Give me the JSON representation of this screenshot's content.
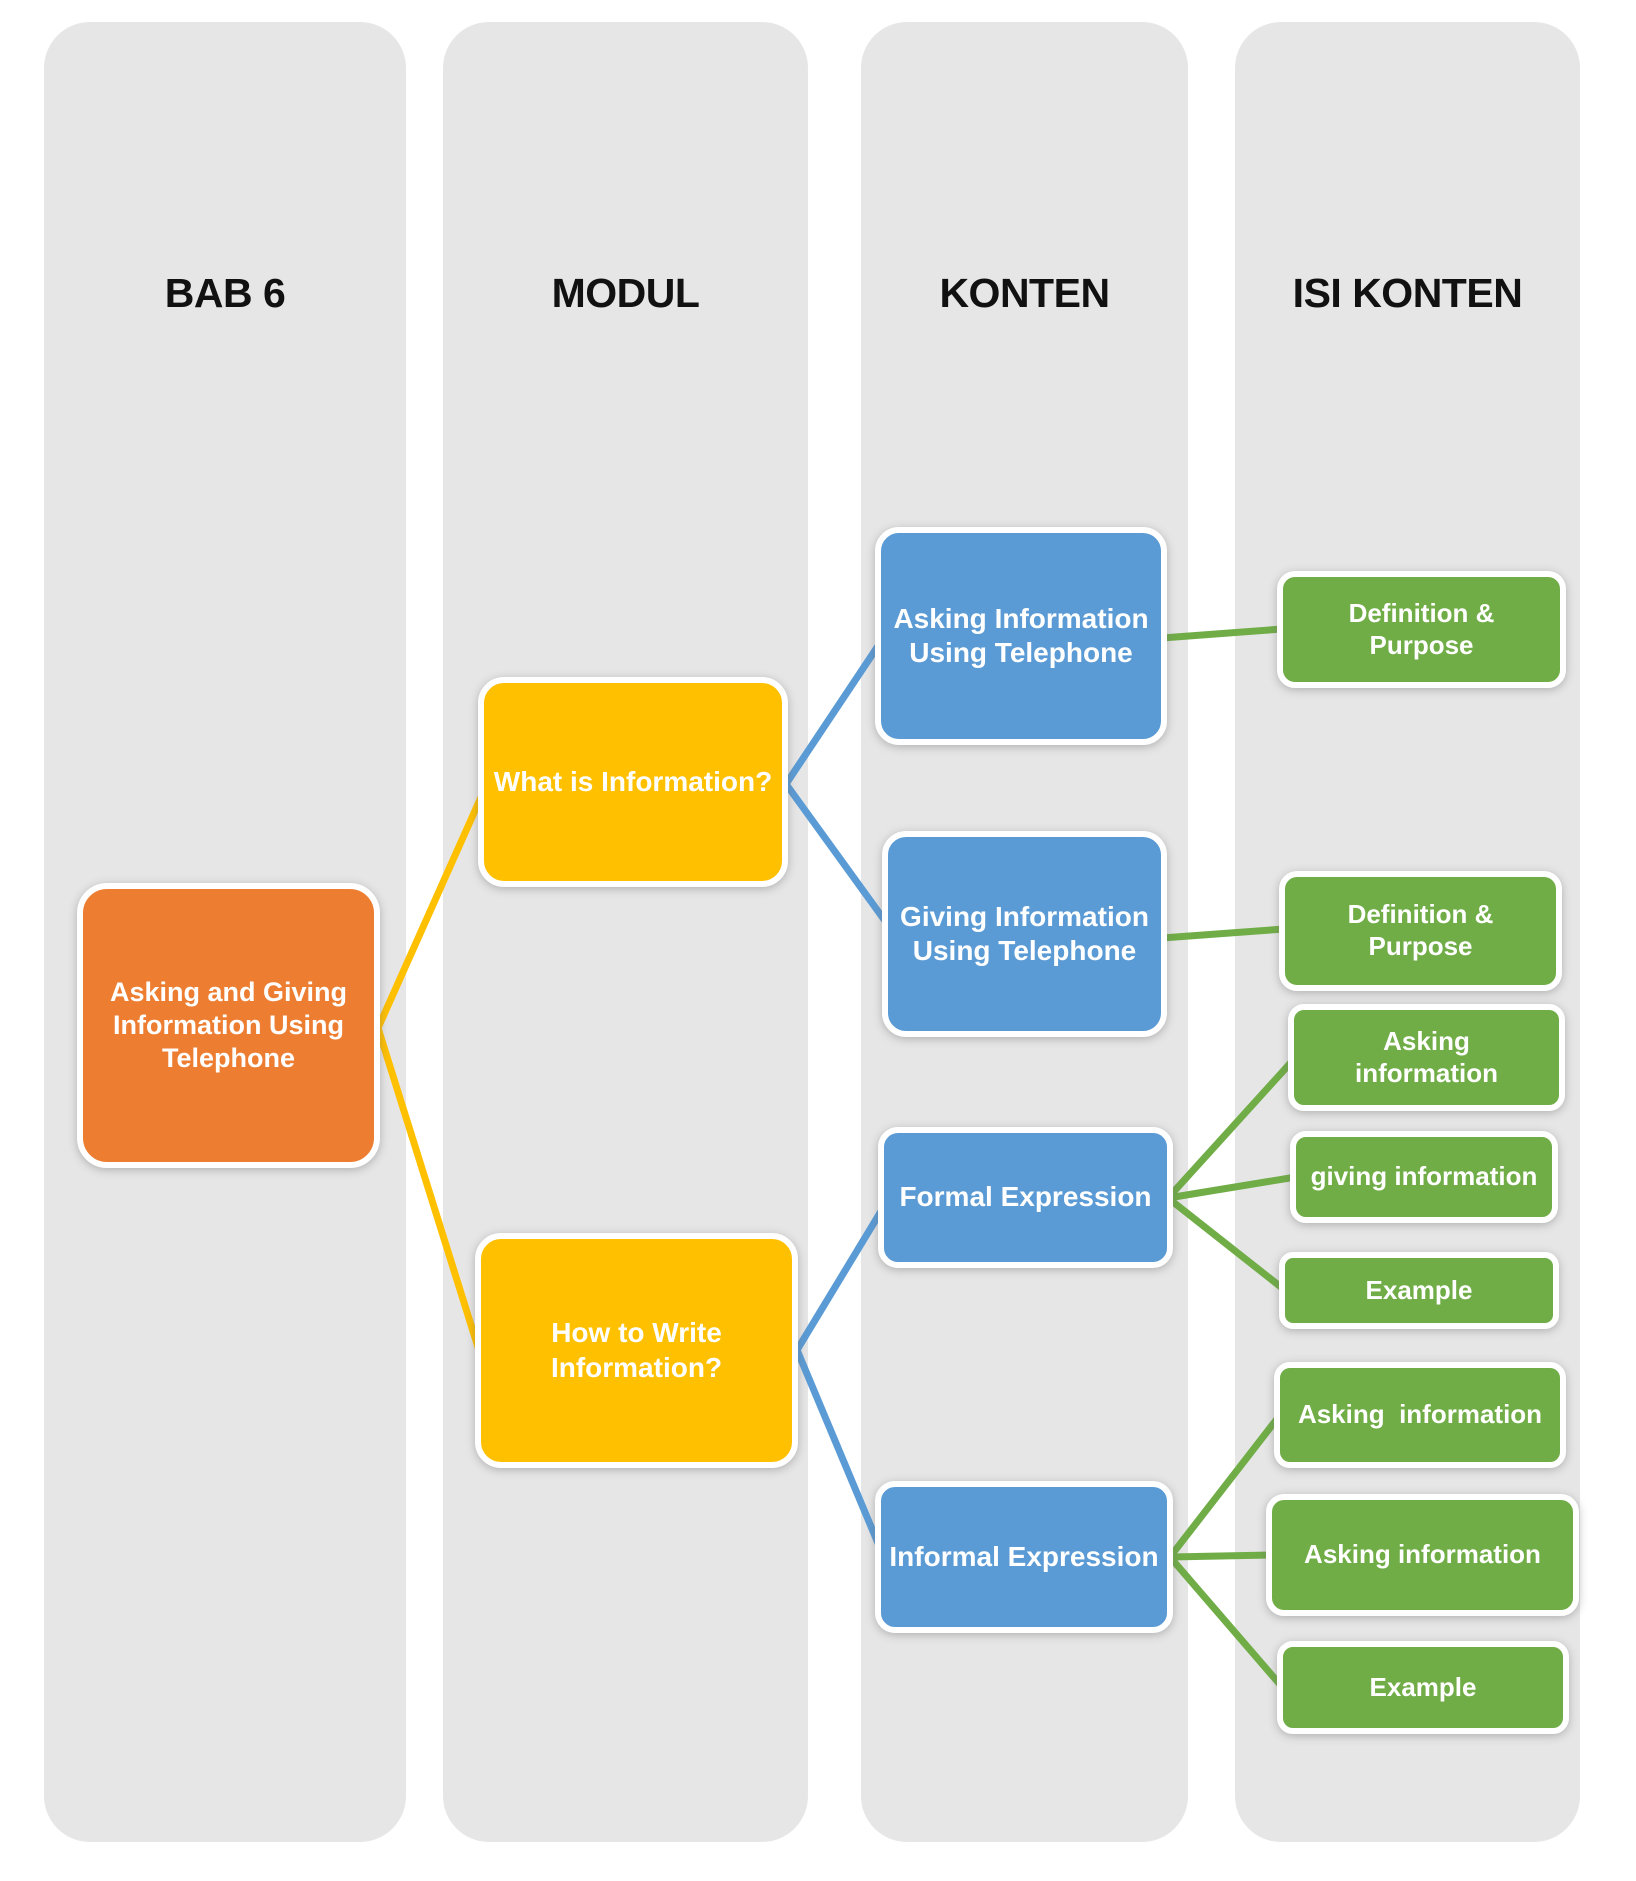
{
  "title": "BAB 6 module map",
  "columns": [
    {
      "header": "BAB 6"
    },
    {
      "header": "MODUL"
    },
    {
      "header": "KONTEN"
    },
    {
      "header": "ISI KONTEN"
    }
  ],
  "nodes": {
    "root": {
      "label": "Asking and Giving Information Using Telephone",
      "color": "#ED7D31"
    },
    "modul_1": {
      "label": "What is Information?",
      "color": "#FFC000"
    },
    "modul_2": {
      "label": "How to Write Information?",
      "color": "#FFC000"
    },
    "konten_1": {
      "label": "Asking Information Using Telephone",
      "color": "#5B9BD5"
    },
    "konten_2": {
      "label": "Giving Information Using Telephone",
      "color": "#5B9BD5"
    },
    "konten_3": {
      "label": "Formal Expression",
      "color": "#5B9BD5"
    },
    "konten_4": {
      "label": "Informal Expression",
      "color": "#5B9BD5"
    },
    "isi_1": {
      "label": "Definition &\nPurpose",
      "color": "#70AD47"
    },
    "isi_2": {
      "label": "Definition &\nPurpose",
      "color": "#70AD47"
    },
    "isi_3": {
      "label": "Asking\ninformation",
      "color": "#70AD47"
    },
    "isi_4": {
      "label": "giving information",
      "color": "#70AD47"
    },
    "isi_5": {
      "label": "Example",
      "color": "#70AD47"
    },
    "isi_6": {
      "label": "Asking  information",
      "color": "#70AD47"
    },
    "isi_7": {
      "label": "Asking information",
      "color": "#70AD47"
    },
    "isi_8": {
      "label": "Example",
      "color": "#70AD47"
    }
  },
  "edges": [
    {
      "from": "root",
      "to": "modul_1",
      "color": "#FFC000"
    },
    {
      "from": "root",
      "to": "modul_2",
      "color": "#FFC000"
    },
    {
      "from": "modul_1",
      "to": "konten_1",
      "color": "#5B9BD5"
    },
    {
      "from": "modul_1",
      "to": "konten_2",
      "color": "#5B9BD5"
    },
    {
      "from": "modul_2",
      "to": "konten_3",
      "color": "#5B9BD5"
    },
    {
      "from": "modul_2",
      "to": "konten_4",
      "color": "#5B9BD5"
    },
    {
      "from": "konten_1",
      "to": "isi_1",
      "color": "#70AD47"
    },
    {
      "from": "konten_2",
      "to": "isi_2",
      "color": "#70AD47"
    },
    {
      "from": "konten_3",
      "to": "isi_3",
      "color": "#70AD47"
    },
    {
      "from": "konten_3",
      "to": "isi_4",
      "color": "#70AD47"
    },
    {
      "from": "konten_3",
      "to": "isi_5",
      "color": "#70AD47"
    },
    {
      "from": "konten_4",
      "to": "isi_6",
      "color": "#70AD47"
    },
    {
      "from": "konten_4",
      "to": "isi_7",
      "color": "#70AD47"
    },
    {
      "from": "konten_4",
      "to": "isi_8",
      "color": "#70AD47"
    }
  ],
  "colors": {
    "column_background": "#E7E6E6",
    "page_background": "#FFFFFF",
    "header_text": "#111111",
    "node_text": "#FFFFFF",
    "orange": "#ED7D31",
    "yellow": "#FFC000",
    "blue": "#5B9BD5",
    "green": "#70AD47"
  }
}
